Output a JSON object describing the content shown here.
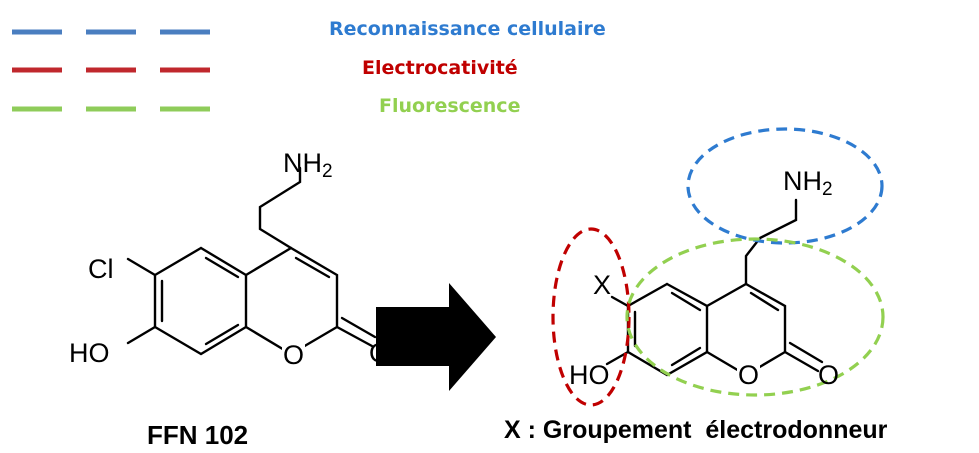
{
  "legend": [
    {
      "label": "Reconnaissance cellulaire",
      "color": "#2e7bd0"
    },
    {
      "label": "Electrocativité",
      "color": "#c00000"
    },
    {
      "label": "Fluorescence",
      "color": "#92d050"
    }
  ],
  "legend_line_colors": [
    "#4a7ec0",
    "#c0282d",
    "#8fcc5a"
  ],
  "left_molecule": {
    "amine": {
      "main": "NH",
      "sub": "2"
    },
    "chloro": "Cl",
    "hydroxy": "HO",
    "ring_oxygen": "O",
    "carbonyl_oxygen": "O",
    "name": "FFN 102"
  },
  "right_molecule": {
    "amine": {
      "main": "NH",
      "sub": "2"
    },
    "substituent": "X",
    "hydroxy": "HO",
    "ring_oxygen": "O",
    "carbonyl_oxygen": "O",
    "caption": "X : Groupement  électrodonneur"
  },
  "arrow_color": "#000000",
  "ellipse_colors": {
    "recognition": "#2e7bd0",
    "electroactivity": "#c00000",
    "fluorescence": "#92d050"
  }
}
